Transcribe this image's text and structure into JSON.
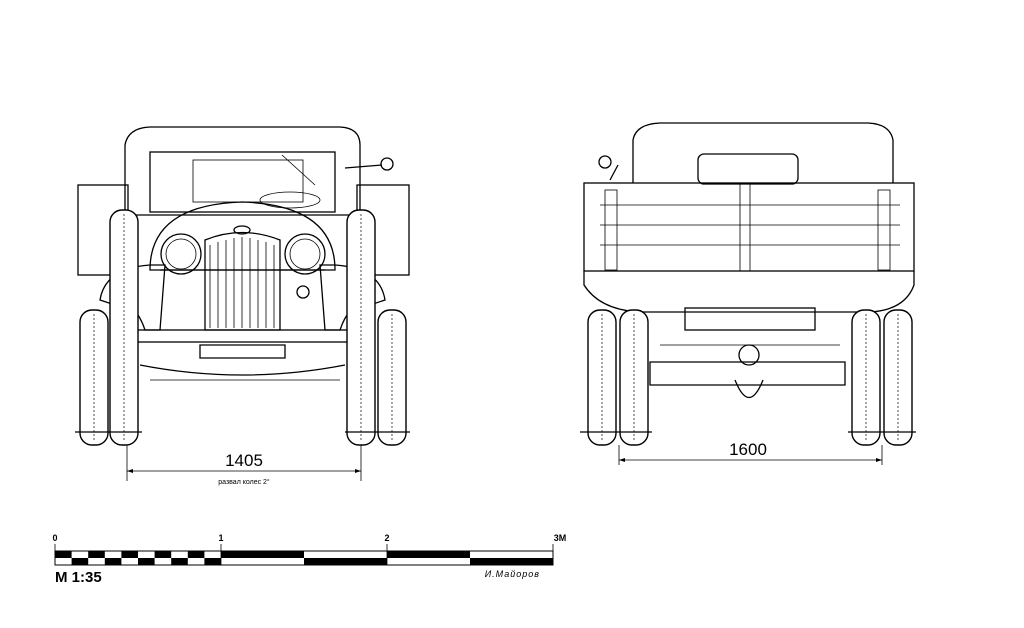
{
  "front_view": {
    "track_dimension": "1405",
    "note": "развал колес 2°"
  },
  "rear_view": {
    "track_dimension": "1600"
  },
  "scale_bar": {
    "ticks": [
      "0",
      "1",
      "2",
      "3М"
    ],
    "scale_label": "М 1:35",
    "author": "И.Майоров"
  }
}
